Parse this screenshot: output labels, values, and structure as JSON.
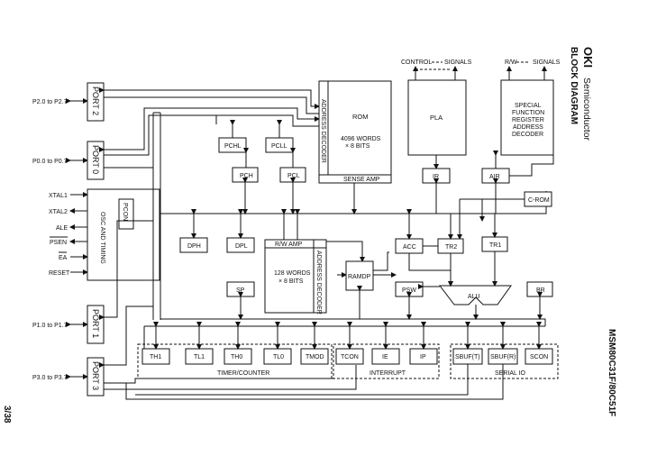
{
  "header": {
    "logo": "OKI",
    "company": "Semiconductor",
    "title": "BLOCK DIAGRAM",
    "part": "MSM80C31F/80C51F",
    "page": "3/38"
  },
  "pins": {
    "p2": "P2.0 to P2.7",
    "p0": "P0.0 to P0.7",
    "xtal1": "XTAL1",
    "xtal2": "XTAL2",
    "ale": "ALE",
    "psen": "PSEN",
    "ea": "EA",
    "reset": "RESET",
    "p1": "P1.0 to P1.7",
    "p3": "P3.0 to P3.7"
  },
  "ports": {
    "port2": "PORT 2",
    "port0": "PORT 0",
    "port1": "PORT 1",
    "port3": "PORT 3"
  },
  "blocks": {
    "osc": "OSC AND TIMING",
    "pcon": "PCON",
    "pchl": "PCHL",
    "pcll": "PCLL",
    "pch": "PCH",
    "pcl": "PCL",
    "rom_addr_dec": "ADDRESS DECODER",
    "rom": "ROM",
    "rom_size1": "4096 WORDS",
    "rom_size2": "× 8 BITS",
    "sense_amp": "SENSE AMP",
    "control": "CONTROL",
    "signals1": "SIGNALS",
    "rw": "R/W",
    "signals2": "SIGNALS",
    "pla": "PLA",
    "sfr1": "SPECIAL",
    "sfr2": "FUNCTION",
    "sfr3": "REGISTER",
    "sfr4": "ADDRESS",
    "sfr5": "DECODER",
    "ir": "IR",
    "air": "AIR",
    "crom": "C-ROM",
    "dph": "DPH",
    "dpl": "DPL",
    "rw_amp": "R/W AMP",
    "ram_size1": "128 WORDS",
    "ram_size2": "× 8 BITS",
    "ram_addr_dec": "ADDRESS DECODER",
    "sp": "SP",
    "ramdp": "RAMDP",
    "acc": "ACC",
    "tr2": "TR2",
    "tr1": "TR1",
    "psw": "PSW",
    "alu": "ALU",
    "br": "BR",
    "th1": "TH1",
    "tl1": "TL1",
    "th0": "TH0",
    "tl0": "TL0",
    "tmod": "TMOD",
    "tcon": "TCON",
    "ie": "IE",
    "ip": "IP",
    "sbuft": "SBUF(T)",
    "sbufr": "SBUF(R)",
    "scon": "SCON"
  },
  "groups": {
    "timer": "TIMER/COUNTER",
    "interrupt": "INTERRUPT",
    "serial": "SERIAL IO"
  }
}
